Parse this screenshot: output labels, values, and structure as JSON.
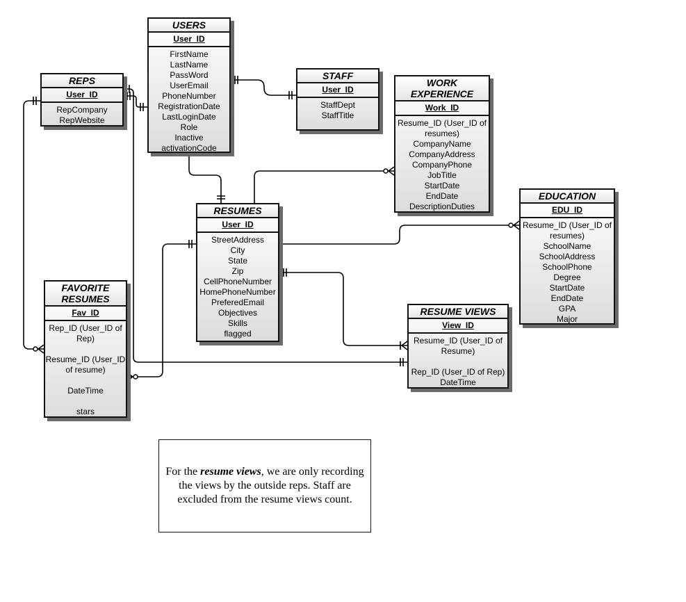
{
  "entities": {
    "users": {
      "title": "USERS",
      "pk": "User_ID",
      "attributes": [
        "FirstName",
        "LastName",
        "PassWord",
        "UserEmail",
        "PhoneNumber",
        "RegistrationDate",
        "LastLoginDate",
        "Role",
        "Inactive",
        "activationCode"
      ]
    },
    "reps": {
      "title": "REPS",
      "pk": "User_ID",
      "attributes": [
        "RepCompany",
        "RepWebsite"
      ]
    },
    "staff": {
      "title": "STAFF",
      "pk": "User_ID",
      "attributes": [
        "StaffDept",
        "StaffTitle"
      ]
    },
    "work_experience": {
      "title": "WORK EXPERIENCE",
      "pk": "Work_ID",
      "attributes": [
        "Resume_ID (User_ID of resumes)",
        "CompanyName",
        "CompanyAddress",
        "CompanyPhone",
        "JobTitle",
        "StartDate",
        "EndDate",
        "DescriptionDuties"
      ]
    },
    "resumes": {
      "title": "RESUMES",
      "pk": "User_ID",
      "attributes": [
        "StreetAddress",
        "City",
        "State",
        "Zip",
        "CellPhoneNumber",
        "HomePhoneNumber",
        "PreferedEmail",
        "Objectives",
        "Skills",
        "flagged"
      ]
    },
    "education": {
      "title": "EDUCATION",
      "pk": "EDU_ID",
      "attributes": [
        "Resume_ID (User_ID of resumes)",
        "SchoolName",
        "SchoolAddress",
        "SchoolPhone",
        "Degree",
        "StartDate",
        "EndDate",
        "GPA",
        "Major"
      ]
    },
    "favorite_resumes": {
      "title": "FAVORITE RESUMES",
      "pk": "Fav_ID",
      "attributes": [
        "Rep_ID (User_ID of Rep)",
        "",
        "Resume_ID (User_ID of resume)",
        "",
        "DateTime",
        "",
        "stars"
      ]
    },
    "resume_views": {
      "title": "RESUME VIEWS",
      "pk": "View_ID",
      "attributes": [
        "Resume_ID (User_ID of Resume)",
        "",
        "Rep_ID (User_ID of Rep)",
        "DateTime"
      ]
    }
  },
  "relationships": [
    {
      "from": "users",
      "to": "staff",
      "from_end": "one-and-only-one",
      "to_end": "one-and-only-one"
    },
    {
      "from": "users",
      "to": "reps",
      "from_end": "one-and-only-one",
      "to_end": "one-and-only-one"
    },
    {
      "from": "users",
      "to": "resumes",
      "from_end": "one",
      "to_end": "one-and-only-one"
    },
    {
      "from": "resumes",
      "to": "work_experience",
      "from_end": "one",
      "to_end": "zero-or-many"
    },
    {
      "from": "resumes",
      "to": "education",
      "from_end": "one",
      "to_end": "zero-or-many"
    },
    {
      "from": "resumes",
      "to": "resume_views",
      "from_end": "one-and-only-one",
      "to_end": "one-or-many"
    },
    {
      "from": "resumes",
      "to": "favorite_resumes",
      "from_end": "one-and-only-one",
      "to_end": "zero-or-many"
    },
    {
      "from": "reps",
      "to": "favorite_resumes",
      "from_end": "one-and-only-one",
      "to_end": "zero-or-many"
    },
    {
      "from": "reps",
      "to": "resume_views",
      "from_end": "one-and-only-one",
      "to_end": "one-and-only-one"
    }
  ],
  "note": {
    "prefix": "For the",
    "emphasis": "resume views",
    "suffix": ", we are only recording the views by the outside reps. Staff are excluded from the resume views count."
  }
}
